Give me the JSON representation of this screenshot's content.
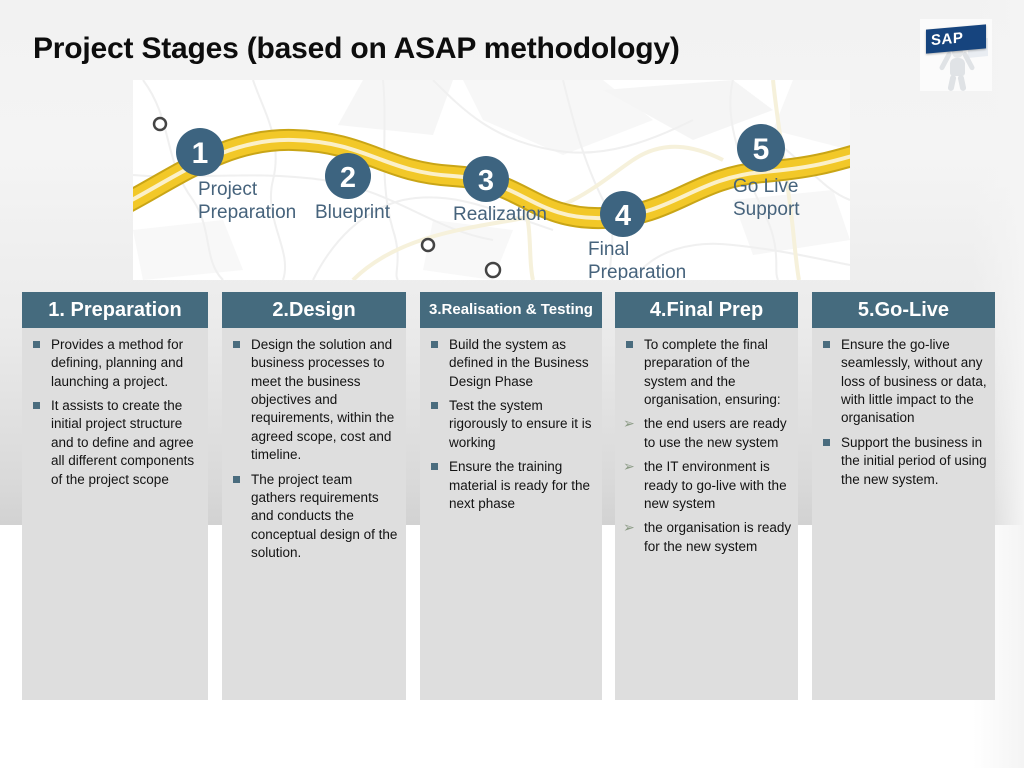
{
  "slide": {
    "title": "Project Stages (based on ASAP methodology)",
    "logo": {
      "name": "sap-logo",
      "text": "SAP"
    }
  },
  "roadmap": {
    "caption": "ASAP methodology roadmap",
    "road_color": "#f0c330",
    "marker_color": "#3d6480",
    "stages": [
      {
        "number": "1",
        "label_line1": "Project",
        "label_line2": "Preparation"
      },
      {
        "number": "2",
        "label_line1": "Blueprint",
        "label_line2": ""
      },
      {
        "number": "3",
        "label_line1": "Realization",
        "label_line2": ""
      },
      {
        "number": "4",
        "label_line1": "Final",
        "label_line2": "Preparation"
      },
      {
        "number": "5",
        "label_line1": "Go Live",
        "label_line2": "Support"
      }
    ]
  },
  "theme": {
    "header_bg": "#456b7e",
    "header_text": "#ffffff",
    "body_bg": "#dedede",
    "bullet_square": "#4a6c7e",
    "bullet_arrow": "#8a9a84",
    "title_color": "#0d0d0d"
  },
  "columns": [
    {
      "header": "1. Preparation",
      "items": [
        {
          "level": 1,
          "text": "Provides a method for defining, planning and launching a project."
        },
        {
          "level": 1,
          "text": "It assists to create the initial project structure and to define and agree all different components of the project scope"
        }
      ]
    },
    {
      "header": "2.Design",
      "items": [
        {
          "level": 1,
          "text": "Design the solution and business processes to meet the business objectives and requirements, within the agreed scope, cost and timeline."
        },
        {
          "level": 1,
          "text": "The project team gathers requirements and conducts the conceptual design of the solution."
        }
      ]
    },
    {
      "header": "3.Realisation & Testing",
      "items": [
        {
          "level": 1,
          "text": "Build the system as defined in the Business Design Phase"
        },
        {
          "level": 1,
          "text": "Test the system rigorously to ensure it is working"
        },
        {
          "level": 1,
          "text": "Ensure the training material is ready for the next phase"
        }
      ]
    },
    {
      "header": "4.Final Prep",
      "items": [
        {
          "level": 1,
          "text": "To complete the final preparation of the system and the organisation, ensuring:"
        },
        {
          "level": 2,
          "text": "the end users are ready to use the new system"
        },
        {
          "level": 2,
          "text": "the IT environment is ready to go-live with the new system"
        },
        {
          "level": 2,
          "text": "the organisation is ready for the new system"
        }
      ]
    },
    {
      "header": "5.Go-Live",
      "items": [
        {
          "level": 1,
          "text": "Ensure the go-live seamlessly, without any loss of business or data, with little impact to the organisation"
        },
        {
          "level": 1,
          "text": "Support the business in the initial period of using the new system."
        }
      ]
    }
  ]
}
